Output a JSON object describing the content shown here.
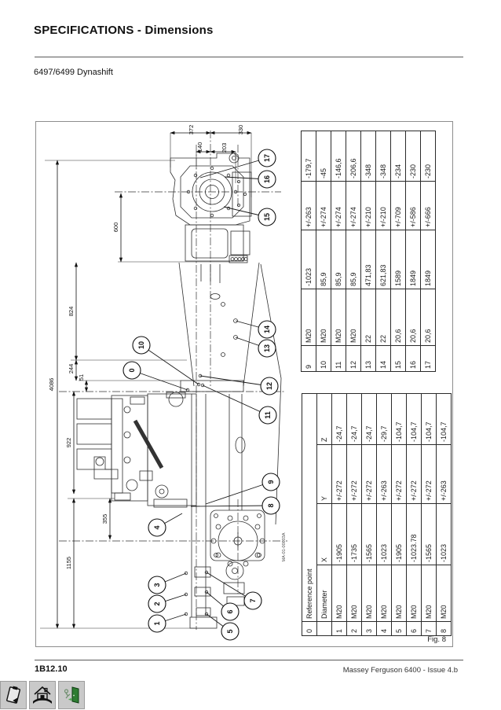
{
  "page": {
    "title": "SPECIFICATIONS - Dimensions",
    "subtitle": "6497/6499 Dynashift",
    "footer_left": "1B12.10",
    "footer_right": "Massey Ferguson 6400 - Issue 4.b"
  },
  "figure": {
    "caption": "Fig. 8",
    "drawing_ref": "MA-01-00003A",
    "dim_labels": [
      "4086",
      "824",
      "244",
      "51",
      "922",
      "1155",
      "355",
      "600",
      "372",
      "330",
      "140",
      "203"
    ],
    "balloons": [
      "0",
      "1",
      "2",
      "3",
      "4",
      "5",
      "6",
      "7",
      "8",
      "9",
      "10",
      "11",
      "12",
      "13",
      "14",
      "15",
      "16",
      "17"
    ]
  },
  "tables": {
    "t0_8": {
      "corner": "0",
      "header": "Reference point",
      "columns": [
        "Diameter",
        "X",
        "Y",
        "Z"
      ],
      "rows": [
        [
          "1",
          "M20",
          "-1905",
          "+/-272",
          "-24,7"
        ],
        [
          "2",
          "M20",
          "-1735",
          "+/-272",
          "-24,7"
        ],
        [
          "3",
          "M20",
          "-1565",
          "+/-272",
          "-24,7"
        ],
        [
          "4",
          "M20",
          "-1023",
          "+/-263",
          "-29,7"
        ],
        [
          "5",
          "M20",
          "-1905",
          "+/-272",
          "-104,7"
        ],
        [
          "6",
          "M20",
          "-1023.78",
          "+/-272",
          "-104,7"
        ],
        [
          "7",
          "M20",
          "-1565",
          "+/-272",
          "-104,7"
        ],
        [
          "8",
          "M20",
          "-1023",
          "+/-263",
          "-104,7"
        ]
      ]
    },
    "t9_17": {
      "rows": [
        [
          "9",
          "M20",
          "-1023",
          "+/-263",
          "-179,7"
        ],
        [
          "10",
          "M20",
          "85,9",
          "+/-274",
          "-45"
        ],
        [
          "11",
          "M20",
          "85,9",
          "+/-274",
          "-146,6"
        ],
        [
          "12",
          "M20",
          "85,9",
          "+/-274",
          "-206,6"
        ],
        [
          "13",
          "22",
          "471,83",
          "+/-210",
          "-348"
        ],
        [
          "14",
          "22",
          "621,83",
          "+/-210",
          "-348"
        ],
        [
          "15",
          "20,6",
          "1589",
          "+/-709",
          "-234"
        ],
        [
          "16",
          "20,6",
          "1849",
          "+/-586",
          "-230"
        ],
        [
          "17",
          "20,6",
          "1849",
          "+/-666",
          "-230"
        ]
      ]
    }
  },
  "toolbar": {
    "icons": [
      "clipboard-icon",
      "home-icon",
      "exit-door-icon"
    ],
    "door_green": "#2e7d32"
  }
}
